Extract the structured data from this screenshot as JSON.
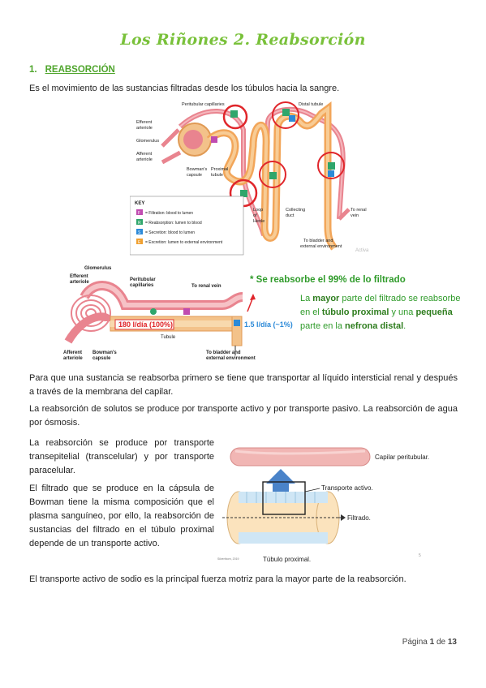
{
  "title": "Los Riñones 2. Reabsorción",
  "section": {
    "number": "1.",
    "heading": "REABSORCIÓN"
  },
  "intro": "Es el movimiento de las sustancias filtradas desde los túbulos hacia la sangre.",
  "figure1": {
    "labels": {
      "peritubular": "Peritubular capillaries",
      "distal": "Distal tubule",
      "efferent1": "Efferent",
      "efferent2": "arteriole",
      "glomerulus": "Glomerulus",
      "afferent1": "Afferent",
      "afferent2": "arteriole",
      "bowman1": "Bowman's",
      "bowman2": "capsule",
      "proximal1": "Proximal",
      "proximal2": "tubule",
      "loop1": "Loop",
      "loop2": "of",
      "loop3": "Henle",
      "collecting1": "Collecting",
      "collecting2": "duct",
      "renal1": "To renal",
      "renal2": "vein",
      "bladder1": "To bladder and",
      "bladder2": "external environment",
      "watermark": "Activa"
    },
    "key": {
      "title": "KEY",
      "items": [
        {
          "letter": "F",
          "text": "= Filtration: blood to lumen",
          "color": "#c04bb0"
        },
        {
          "letter": "R",
          "text": "= Reabsorption: lumen to blood",
          "color": "#2fa66b"
        },
        {
          "letter": "S",
          "text": "= Secretion: blood to lumen",
          "color": "#2c8ad8"
        },
        {
          "letter": "E",
          "text": "= Excretion: lumen to external environment",
          "color": "#f0a030"
        }
      ]
    }
  },
  "figure2": {
    "labels": {
      "glomerulus": "Glomerulus",
      "efferent1": "Efferent",
      "efferent2": "arteriole",
      "peritubular1": "Peritubular",
      "peritubular2": "capillaries",
      "renal": "To renal vein",
      "flow_in": "180 l/día (100%)",
      "tubule": "Tubule",
      "flow_out": "1.5 l/día (~1%)",
      "afferent1": "Afferent",
      "afferent2": "arteriole",
      "bowman1": "Bowman's",
      "bowman2": "capsule",
      "bladder1": "To bladder and",
      "bladder2": "external environment"
    }
  },
  "note_green": "* Se reabsorbe el 99% de lo filtrado",
  "note_right": {
    "p1": "La ",
    "b1": "mayor",
    "p2": " parte del filtrado se reabsorbe en el ",
    "b2": "túbulo proximal",
    "p3": " y una ",
    "b3": "pequeña",
    "p4": " parte en la ",
    "b4": "nefrona distal",
    "p5": "."
  },
  "para1": "Para que una sustancia se reabsorba primero se tiene que transportar al líquido intersticial renal y después a través de la membrana del capilar.",
  "para2": "La reabsorción de solutos se produce por transporte activo y por transporte pasivo. La reabsorción de agua por ósmosis.",
  "para3": "La reabsorción se produce por transporte transepitelial (transcelular) y por transporte paracelular.",
  "para4": "El filtrado que se produce en la cápsula de Bowman tiene la misma composición que el plasma sanguíneo, por ello, la reabsorción de sustancias del filtrado en el túbulo proximal depende de un transporte activo.",
  "figure3": {
    "capilar": "Capilar peritubular.",
    "transporte": "Transporte activo.",
    "filtrado": "Filtrado.",
    "tubulo": "Túbulo proximal.",
    "credit": "Silverthorn, 2019",
    "page_num": "5"
  },
  "para5": "El transporte activo de sodio es la principal fuerza motriz para la mayor parte de la reabsorción.",
  "footer": {
    "prefix": "Página ",
    "page": "1",
    "mid": " de ",
    "total": "13"
  }
}
